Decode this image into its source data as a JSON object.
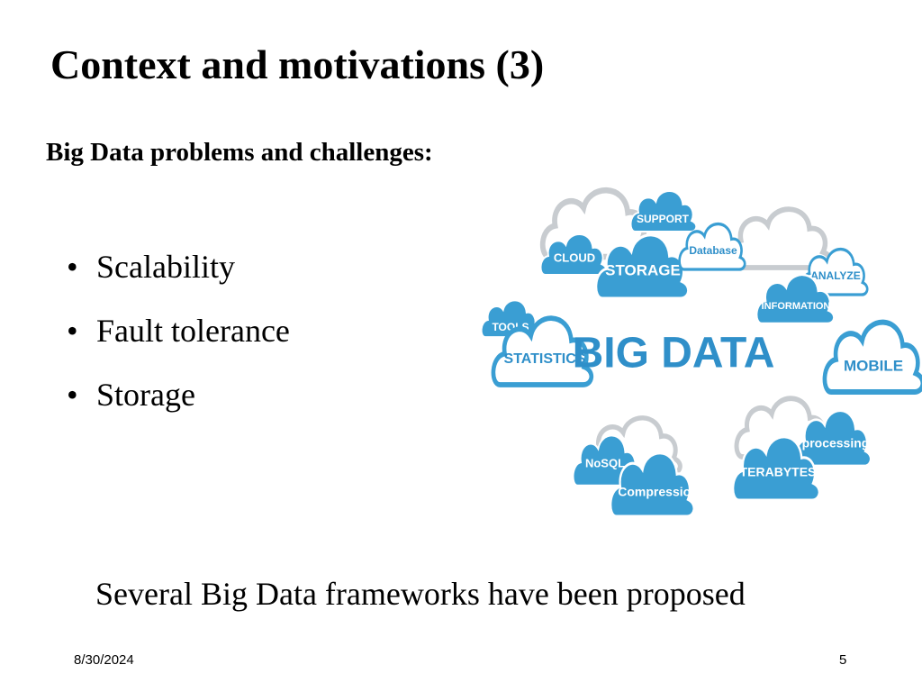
{
  "slide": {
    "title": "Context and motivations (3)",
    "subtitle": "Big Data problems and challenges:",
    "bullets": [
      "Scalability",
      "Fault tolerance",
      "Storage"
    ],
    "bullet_glyph": "•",
    "footer_text": "Several Big Data frameworks have been proposed",
    "date": "8/30/2024",
    "page_number": "5"
  },
  "graphic": {
    "center_label": "BIG DATA",
    "clouds": {
      "support": "SUPPORT",
      "cloud": "CLOUD",
      "storage": "STORAGE",
      "database": "Database",
      "analyze": "ANALYZE",
      "information": "INFORMATION",
      "tools": "TOOLS",
      "statistics": "STATISTICS",
      "mobile": "MOBILE",
      "processing": "processing",
      "terabytes": "TERABYTES",
      "nosql": "NoSQL",
      "compression": "Compression"
    },
    "colors": {
      "cloud_fill": "#3a9ed3",
      "cloud_outline": "#3a9ed3",
      "gray_outline": "#c8ccd0",
      "big_data_text": "#2f8fc9",
      "white": "#ffffff"
    }
  }
}
